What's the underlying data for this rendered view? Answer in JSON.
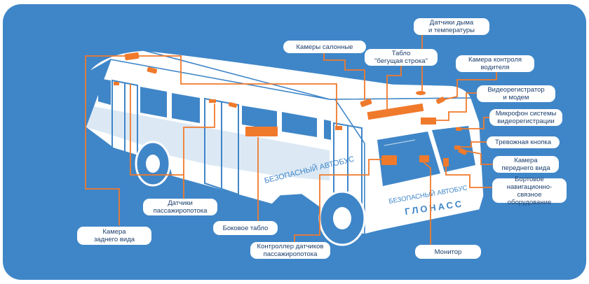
{
  "colors": {
    "background": "#3f86c8",
    "bus_body": "#ffffff",
    "bus_line": "#3f86c8",
    "accent": "#f07a2c",
    "label_text": "#1d3f6e"
  },
  "bus": {
    "side_text": "БЕЗОПАСНЫЙ АВТОБУС",
    "front_text_top": "БЕЗОПАСНЫЙ АВТОБУС",
    "front_text_brand": "ГЛОНАСС"
  },
  "labels": {
    "smoke_temp": "Датчики дыма\nи температуры",
    "cabin_cameras": "Камеры салонные",
    "ticker": "Табло\n\"бегущая строка\"",
    "driver_camera": "Камера контроля\nводителя",
    "dvr_modem": "Видеорегистратор\nи модем",
    "microphone": "Микрофон системы\nвидеорегистрации",
    "alarm_button": "Тревожная кнопка",
    "front_camera": "Камера\nпереднего вида",
    "navigation": "Бортовое\nнавигационно-\nсвязное оборудование",
    "monitor": "Монитор",
    "controller": "Контроллер датчиков\nпассажиропотока",
    "side_board": "Боковое табло",
    "passenger_sensors": "Датчики\nпассажиропотока",
    "rear_camera": "Камера\nзаднего вида"
  }
}
